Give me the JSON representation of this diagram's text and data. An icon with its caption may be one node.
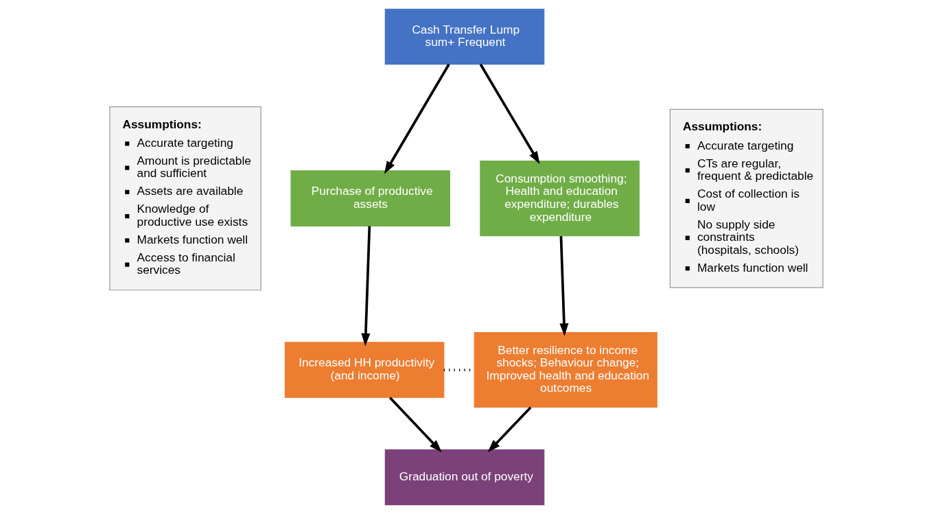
{
  "diagram": {
    "nodes": [
      {
        "text": [
          "Cash Transfer Lump sum+ Frequent"
        ]
      },
      {
        "text": [
          "Purchase of productive assets"
        ]
      },
      {
        "text": [
          "Consumption smoothing; Health and education expenditure; durables expenditure"
        ]
      },
      {
        "text": [
          "Increased HH productivity (and income)"
        ]
      },
      {
        "text": [
          "Better resilience to income shocks; Behaviour change; Improved health and education outcomes"
        ]
      },
      {
        "text": [
          "Graduation out of poverty"
        ]
      },
      {
        "text": [
          "Assumptions:",
          "Accurate targeting",
          "Amount is predictable and sufficient",
          "Assets are available",
          "Knowledge of productive use exists",
          "Markets function well",
          "Access to financial services"
        ]
      },
      {
        "text": [
          "Assumptions:",
          "Accurate targeting",
          "CTs are regular, frequent & predictable",
          "Cost of collection is low",
          "No supply side constraints (hospitals, schools)",
          "Markets function well"
        ]
      }
    ],
    "edges": [
      {
        "from": 0,
        "to": 1,
        "arrow": "to"
      },
      {
        "from": 0,
        "to": 2,
        "arrow": "to"
      },
      {
        "from": 1,
        "to": 3,
        "arrow": "to"
      },
      {
        "from": 2,
        "to": 4,
        "arrow": "to"
      },
      {
        "from": 3,
        "to": 4,
        "arrow": "none",
        "style": "dashed"
      },
      {
        "from": 3,
        "to": 5,
        "arrow": "to"
      },
      {
        "from": 4,
        "to": 5,
        "arrow": "to"
      }
    ]
  }
}
